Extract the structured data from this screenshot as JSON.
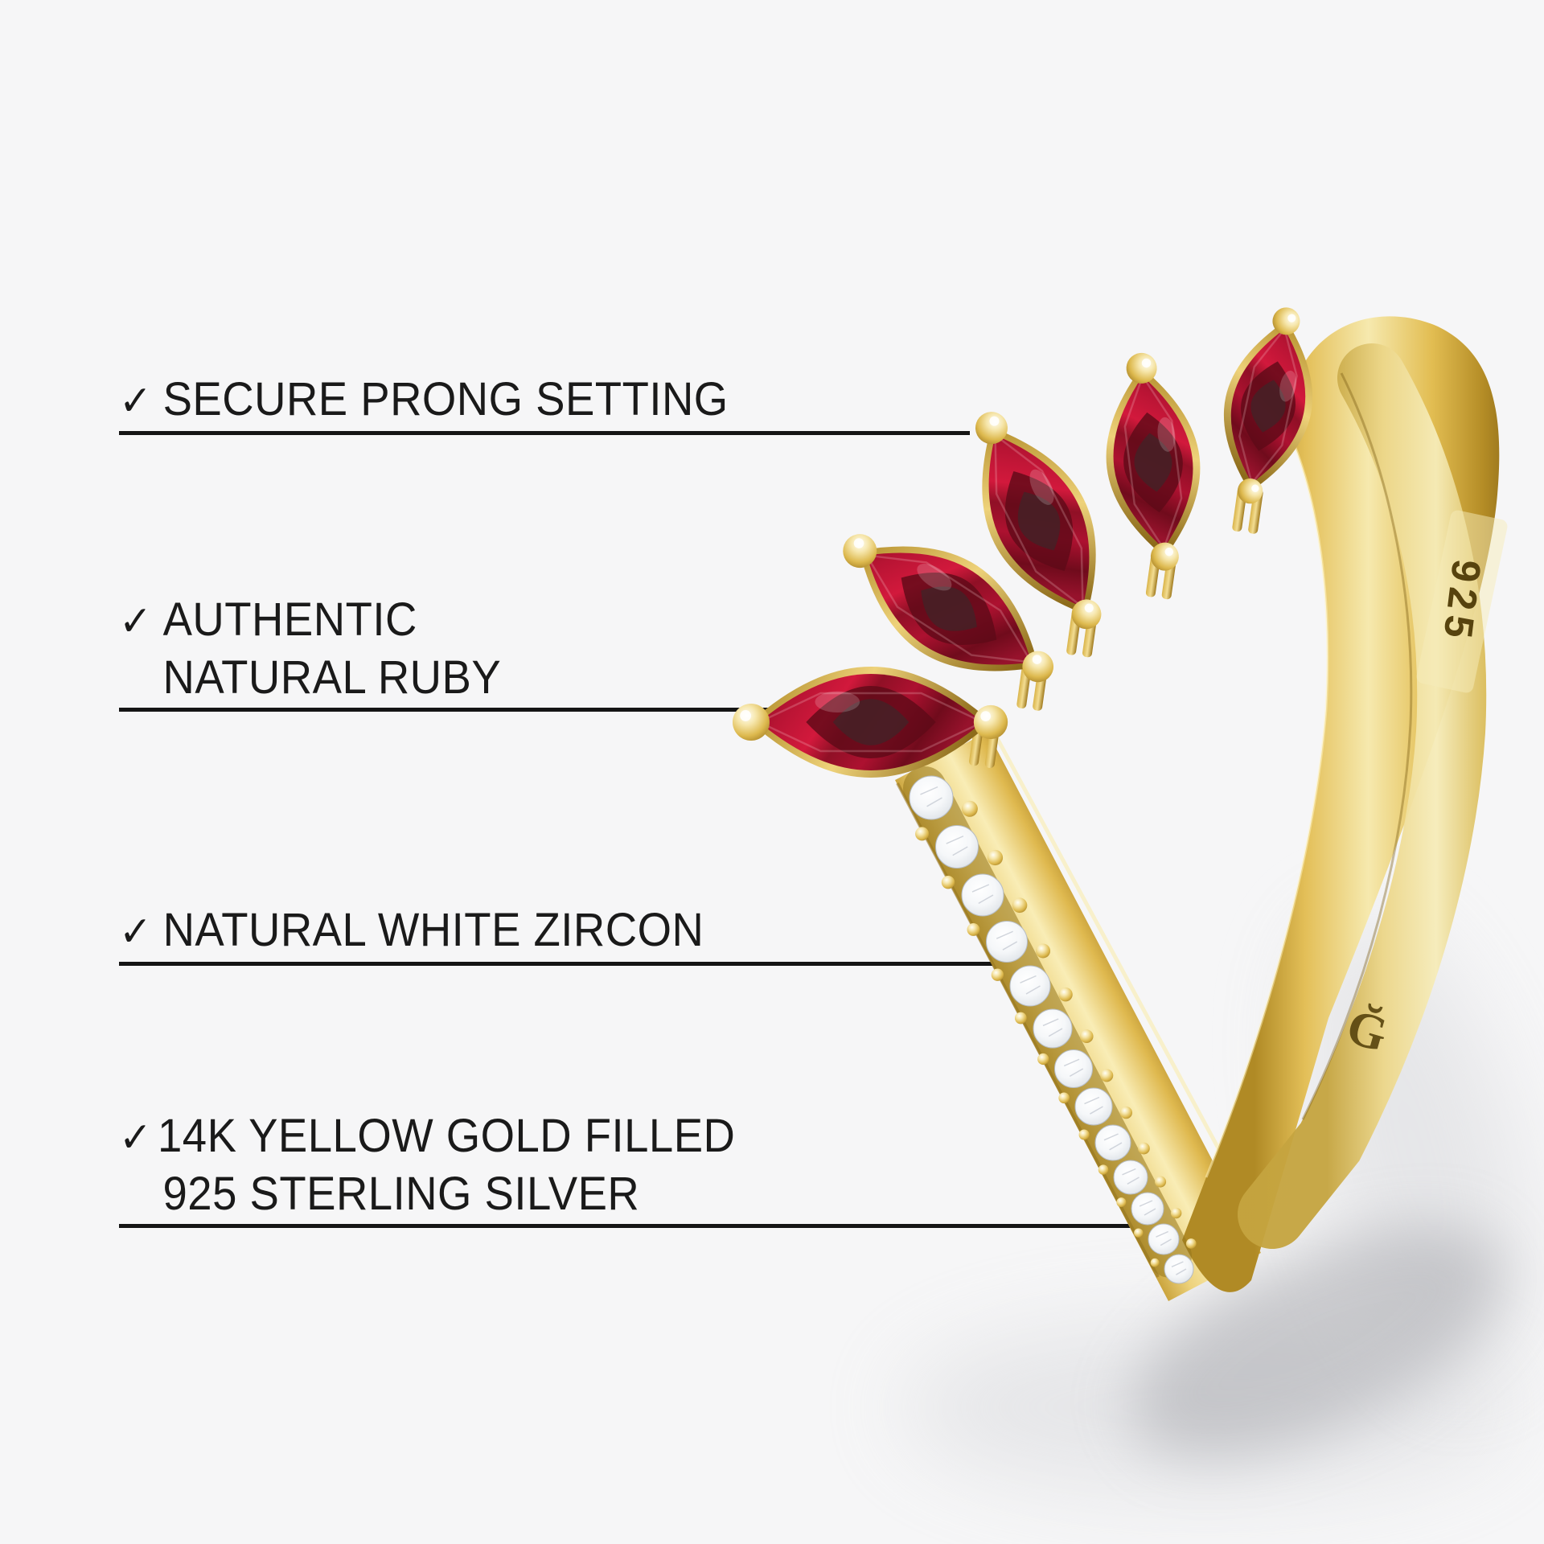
{
  "page": {
    "background": "#f6f6f7",
    "text_color": "#1a1a1a",
    "underline_color": "#151515"
  },
  "features": [
    {
      "check": "✓",
      "lines": [
        "SECURE PRONG SETTING"
      ]
    },
    {
      "check": "✓",
      "lines": [
        "AUTHENTIC",
        "NATURAL RUBY"
      ]
    },
    {
      "check": "✓",
      "lines": [
        "NATURAL WHITE ZIRCON"
      ]
    },
    {
      "check": "✓",
      "lines": [
        "14K YELLOW GOLD FILLED",
        "925 STERLING SILVER"
      ]
    }
  ],
  "ring": {
    "hallmark": "925",
    "maker_mark": "Ğ",
    "gem_counts": {
      "marquise_rubies": 5,
      "white_zircons": 13
    },
    "colors": {
      "gold_light": "#f9edb6",
      "gold_mid": "#e8c75f",
      "gold_dark": "#9a751d",
      "ruby": "#9a0f28",
      "ruby_dark": "#5e0a18",
      "zircon": "#f2f4f7",
      "shadow": "#b9babf"
    }
  }
}
